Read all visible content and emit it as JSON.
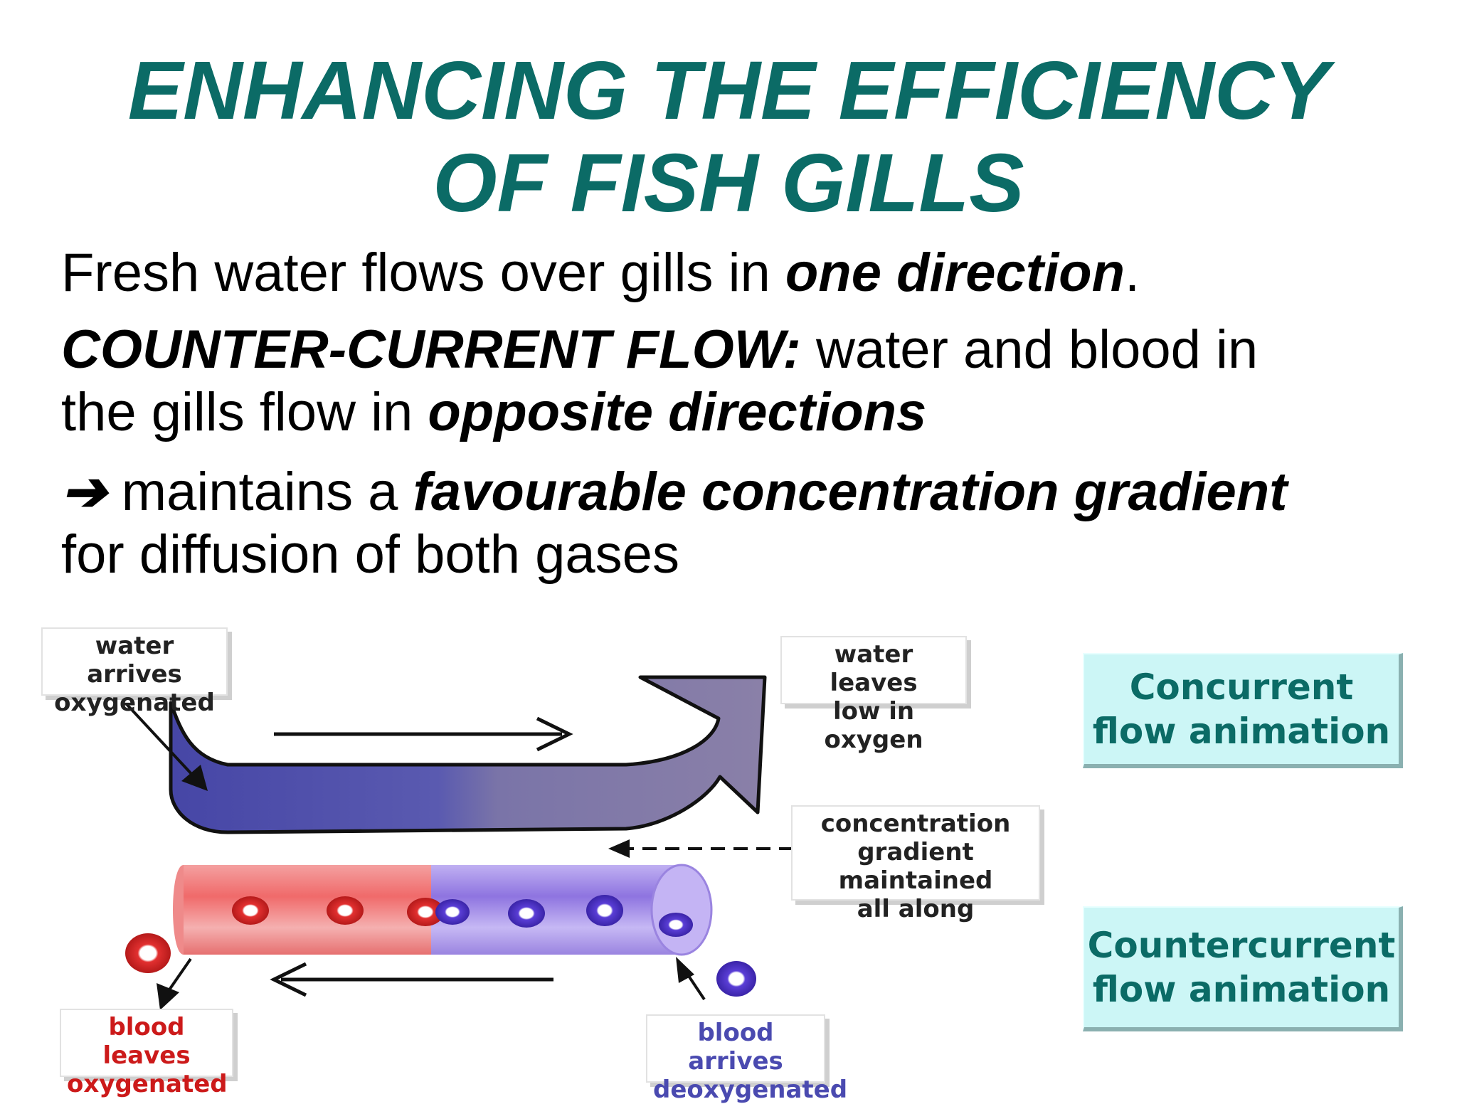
{
  "title": {
    "line1": "ENHANCING THE EFFICIENCY",
    "line2": "OF FISH GILLS"
  },
  "body": {
    "p1_plain": "Fresh water flows over gills in ",
    "p1_bold": "one direction",
    "p1_end": ".",
    "p2_bold": "COUNTER-CURRENT FLOW:",
    "p2_plain": " water and blood in",
    "p2b_plain": "the gills flow in ",
    "p2b_bold": "opposite directions",
    "p3_arrow": "➔",
    "p3_plain": " maintains a ",
    "p3_bold": "favourable concentration gradient",
    "p3b_plain": "for diffusion of both gases"
  },
  "diagram": {
    "water_arrives": [
      "water arrives",
      "oxygenated"
    ],
    "water_leaves": [
      "water leaves",
      "low in oxygen"
    ],
    "gradient": [
      "concentration",
      "gradient maintained",
      "all along"
    ],
    "blood_leaves": [
      "blood leaves",
      "oxygenated"
    ],
    "blood_arrives": [
      "blood arrives",
      "deoxygenated"
    ]
  },
  "buttons": {
    "concurrent": [
      "Concurrent",
      "flow animation"
    ],
    "countercurrent": [
      "Countercurrent",
      "flow animation"
    ]
  },
  "colors": {
    "title": "#0b6b66",
    "water_start": "#4a4aa8",
    "water_end": "#8a80a6",
    "blood_red": "#e85a5a",
    "blood_blue": "#9a84e6",
    "button_bg": "#ccf6f6"
  }
}
